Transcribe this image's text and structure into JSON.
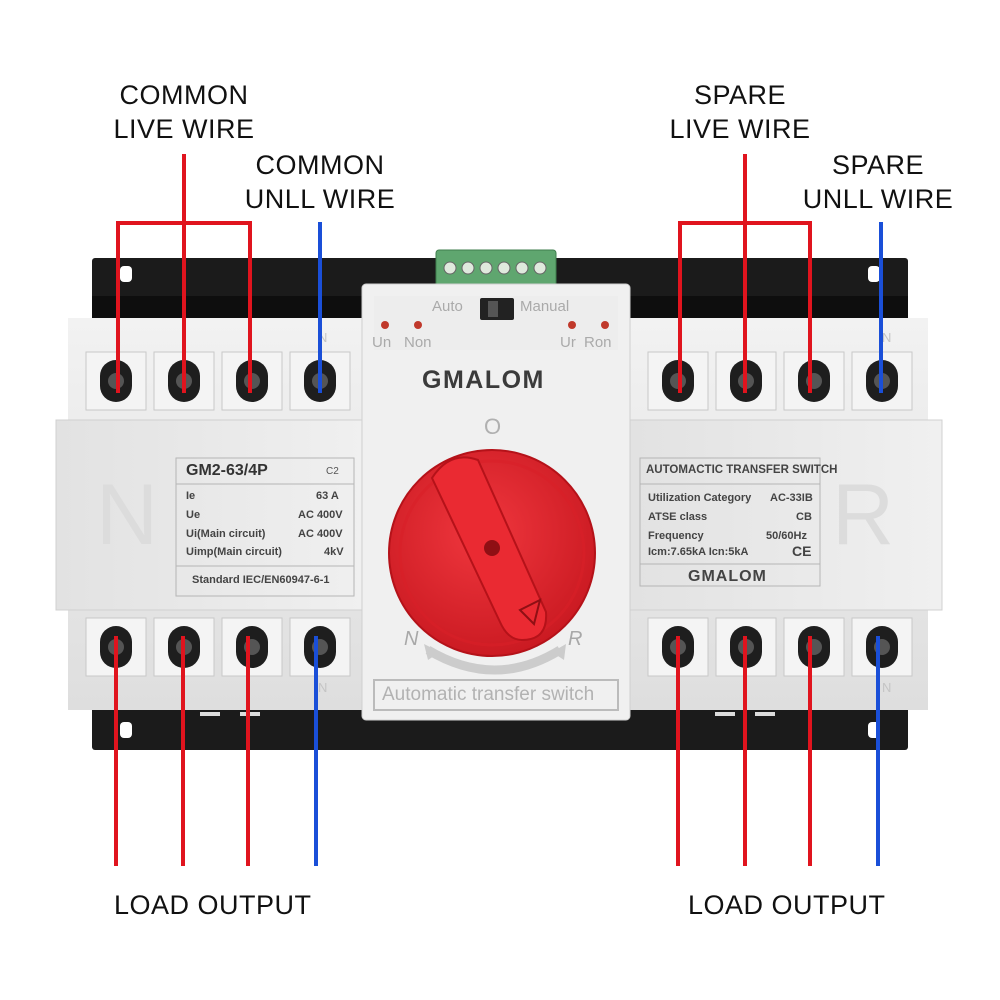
{
  "callouts": {
    "common_live": [
      "COMMON",
      "LIVE WIRE"
    ],
    "common_null": [
      "COMMON",
      "UNLL WIRE"
    ],
    "spare_live": [
      "SPARE",
      "LIVE WIRE"
    ],
    "spare_null": [
      "SPARE",
      "UNLL WIRE"
    ],
    "load_left": "LOAD OUTPUT",
    "load_right": "LOAD OUTPUT"
  },
  "device": {
    "brand": "GMALOM",
    "mode_auto": "Auto",
    "mode_manual": "Manual",
    "led_labels": [
      "Un",
      "Non",
      "Ur",
      "Ron"
    ],
    "knob_positions": {
      "top": "O",
      "left": "N",
      "right": "R"
    },
    "bottom_label": "Automatic transfer switch",
    "side_letters": {
      "left": "N",
      "right": "R"
    },
    "terminal_marks": {
      "top_right_n": "N",
      "bottom_left_n": "N",
      "bottom_right_n": "N",
      "top_left_n": "N"
    }
  },
  "left_plate": {
    "model": "GM2-63/4P",
    "model_suffix": "C2",
    "rows": [
      {
        "label": "Ie",
        "value": "63 A"
      },
      {
        "label": "Ue",
        "value": "AC 400V"
      },
      {
        "label": "Ui(Main circuit)",
        "value": "AC 400V"
      },
      {
        "label": "Uimp(Main circuit)",
        "value": "4kV"
      }
    ],
    "standard": "Standard IEC/EN60947-6-1"
  },
  "right_plate": {
    "title": "AUTOMACTIC TRANSFER SWITCH",
    "rows": [
      {
        "label": "Utilization Category",
        "value": "AC-33IB"
      },
      {
        "label": "ATSE class",
        "value": "CB"
      },
      {
        "label": "Frequency",
        "value": "50/60Hz"
      },
      {
        "label": "Icm:7.65kA  Icn:5kA",
        "value": "CE"
      }
    ],
    "brand": "GMALOM"
  },
  "colors": {
    "live_wire": "#e0141e",
    "null_wire": "#1a4fd8",
    "knob": "#e8242c",
    "housing": "#ececec",
    "rail": "#1b1b1b",
    "connector": "#5fa66f"
  }
}
